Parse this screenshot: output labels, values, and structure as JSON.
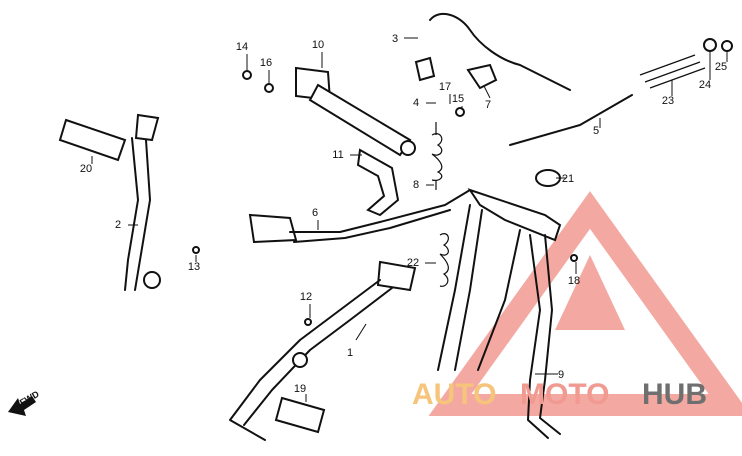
{
  "labels": {
    "fwd": "FWD"
  },
  "watermark": {
    "part1": "AUTO",
    "part2": "MOTO",
    "part3": "HUB"
  },
  "callouts": [
    {
      "id": "1",
      "text": "1"
    },
    {
      "id": "2",
      "text": "2"
    },
    {
      "id": "3",
      "text": "3"
    },
    {
      "id": "4",
      "text": "4"
    },
    {
      "id": "5",
      "text": "5"
    },
    {
      "id": "6",
      "text": "6"
    },
    {
      "id": "7",
      "text": "7"
    },
    {
      "id": "8",
      "text": "8"
    },
    {
      "id": "9",
      "text": "9"
    },
    {
      "id": "10",
      "text": "10"
    },
    {
      "id": "11",
      "text": "11"
    },
    {
      "id": "12",
      "text": "12"
    },
    {
      "id": "13",
      "text": "13"
    },
    {
      "id": "14",
      "text": "14"
    },
    {
      "id": "15",
      "text": "15"
    },
    {
      "id": "16",
      "text": "16"
    },
    {
      "id": "17",
      "text": "17"
    },
    {
      "id": "18",
      "text": "18"
    },
    {
      "id": "19",
      "text": "19"
    },
    {
      "id": "20",
      "text": "20"
    },
    {
      "id": "21",
      "text": "21"
    },
    {
      "id": "22",
      "text": "22"
    },
    {
      "id": "23",
      "text": "23"
    },
    {
      "id": "24",
      "text": "24"
    },
    {
      "id": "25",
      "text": "25"
    }
  ]
}
